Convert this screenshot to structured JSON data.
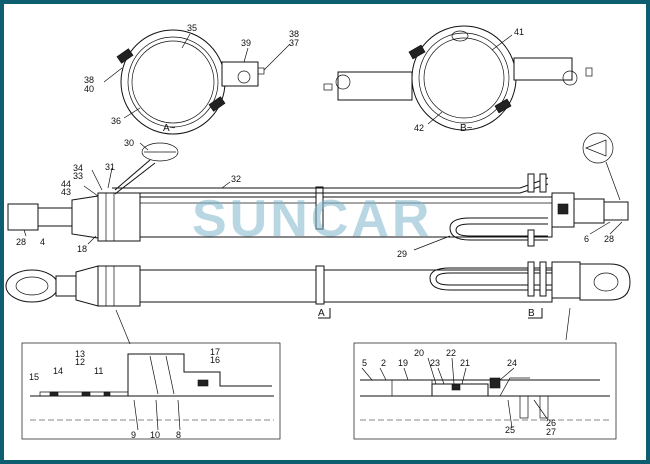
{
  "watermark": "SUNCAR",
  "views": {
    "a": "A~",
    "b": "B~",
    "a_arrow": "A",
    "b_arrow": "B"
  },
  "labels": {
    "top_a": [
      "35",
      "39",
      "38",
      "37",
      "38",
      "40",
      "36"
    ],
    "top_b": [
      "41",
      "42"
    ],
    "cylinder": [
      "30",
      "34",
      "33",
      "31",
      "32",
      "44",
      "43",
      "28",
      "4",
      "18",
      "29",
      "6",
      "28"
    ],
    "detail_left": [
      "13",
      "12",
      "17",
      "16",
      "15",
      "14",
      "11",
      "9",
      "10",
      "8"
    ],
    "detail_right": [
      "20",
      "22",
      "5",
      "2",
      "19",
      "23",
      "21",
      "24",
      "25",
      "26",
      "27"
    ]
  },
  "colors": {
    "frame": "#0e5e72",
    "watermark": "#7fb4cc",
    "line": "#111111"
  }
}
